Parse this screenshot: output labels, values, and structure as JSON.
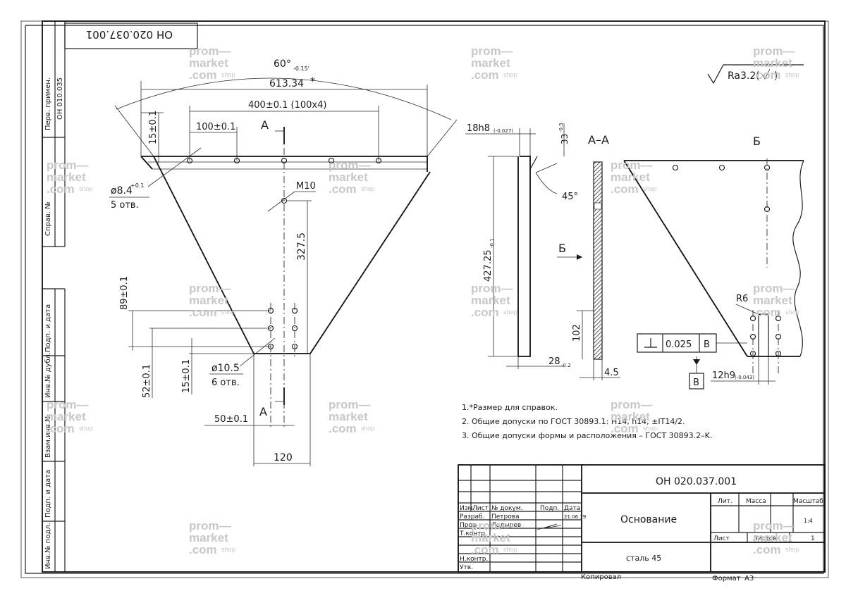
{
  "frame": {
    "top_code": "ОН 020.037.001",
    "side_labels": [
      "Перв. примен.",
      "ОН 010.035",
      "Справ. №",
      "Подп. и дата",
      "Инв.№ дубл.",
      "Взам.инв.№",
      "Подп. и дата",
      "Инв.№ подл."
    ]
  },
  "view_main": {
    "angle": "60°",
    "angle_tol": "-0.15'",
    "width_ref": "613.34",
    "width_ref_mark": "*",
    "hole_span": "400±0.1 (100x4)",
    "hole_pitch": "100±0.1",
    "edge_offset": "15±0.1",
    "section_mark": "А",
    "small_holes": "ø8.4",
    "small_holes_tol": "+0.1",
    "small_holes_count": "5 отв.",
    "thread": "М10",
    "height": "327.5",
    "v_pitch": "89±0.1",
    "v_offset": "52±0.1",
    "v_edge": "15±0.1",
    "big_holes": "ø10.5",
    "big_holes_count": "6 отв.",
    "h_offset": "50±0.1",
    "bottom_width": "120"
  },
  "view_side": {
    "thickness": "18h8",
    "thickness_tol": "(-0.027)",
    "top_dim": "33",
    "top_dim_tol": "-0.5",
    "chamfer": "45°",
    "length": "427.25",
    "length_tol": "-0.1",
    "arrow_mark": "Б",
    "lower": "102",
    "base": "28",
    "base_tol": "-0.2",
    "section_title": "А–А",
    "section_thk": "4.5"
  },
  "view_b": {
    "title": "Б",
    "radius": "R6",
    "tol_value": "0.025",
    "datum": "В",
    "slot": "12h9",
    "slot_tol": "(-0.043)",
    "roughness": "Ra3.2"
  },
  "notes": [
    "1.*Размер для справок.",
    "2. Общие допуски по ГОСТ 30893.1: H14, h14, ±IT14/2.",
    "3. Общие допуски формы и расположения – ГОСТ 30893.2–K."
  ],
  "title_block": {
    "code": "ОН 020.037.001",
    "name": "Основание",
    "material": "сталь 45",
    "cols": [
      "Изм.",
      "Лист",
      "№ докум.",
      "Подп.",
      "Дата"
    ],
    "rows": [
      {
        "role": "Разраб.",
        "person": "Петрова",
        "date": "21.06.19"
      },
      {
        "role": "Пров.",
        "person": "Лодырев",
        "date": ""
      },
      {
        "role": "Т.контр.",
        "person": "",
        "date": ""
      },
      {
        "role": "",
        "person": "",
        "date": ""
      },
      {
        "role": "Н.контр.",
        "person": "",
        "date": ""
      },
      {
        "role": "Утв.",
        "person": "",
        "date": ""
      }
    ],
    "lit": "Лит.",
    "mass": "Масса",
    "scale": "Масштаб",
    "scale_value": "1:4",
    "sheet": "Лист",
    "sheets": "Листов",
    "sheets_value": "1"
  },
  "footer": {
    "copied": "Копировал",
    "format": "Формат",
    "format_value": "А3"
  },
  "watermark": {
    "line1": "prom—",
    "line2": "market",
    "line3": ".com",
    "small": "shop"
  }
}
